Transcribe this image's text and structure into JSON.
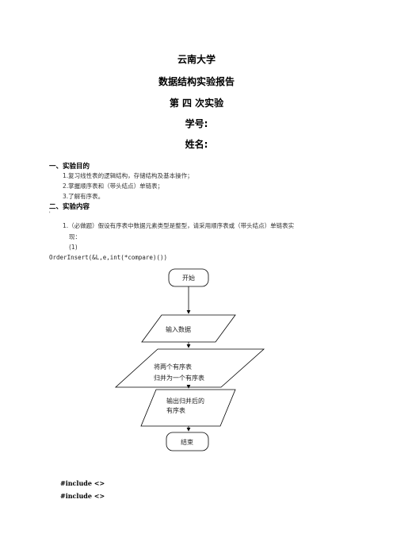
{
  "header": {
    "university": "云南大学",
    "report_title": "数据结构实验报告",
    "lab_number": "第 四 次实验",
    "student_id_label": "学号:",
    "name_label": "姓名:"
  },
  "section1": {
    "heading": "一、实验目的",
    "items": [
      "1.复习线性表的逻辑结构，存储结构及基本操作；",
      "2.掌握顺序表和（带头结点）单链表；",
      "3.了解有序表。"
    ]
  },
  "section2": {
    "heading": "二、实验内容",
    "tick": "'",
    "task_line1": "1.（必做题）假设有序表中数据元素类型是整型，请采用顺序表或（带头结点）单链表实",
    "task_line2": "现：",
    "subitem": "(1)",
    "function_signature": "OrderInsert(&L,e,int(*compare)())"
  },
  "flowchart": {
    "start": "开始",
    "input": "输入数据",
    "merge_line1": "将两个有序表",
    "merge_line2": "归并为一个有序表",
    "output_line1": "输出归并后的",
    "output_line2": "有序表",
    "end": "结束"
  },
  "code": {
    "include1": "#include <>",
    "include2": "#include <>"
  }
}
